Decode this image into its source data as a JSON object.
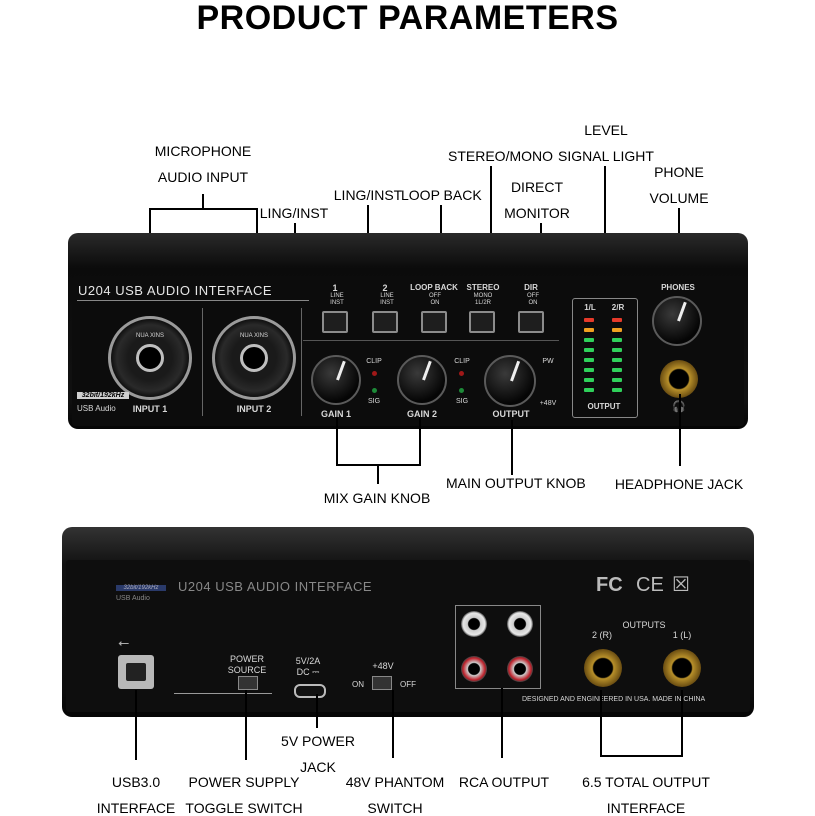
{
  "title": "PRODUCT PARAMETERS",
  "front_labels": {
    "microphone": [
      "MICROPHONE",
      "AUDIO INPUT"
    ],
    "ling_inst_1": "LING/INST",
    "ling_inst_2": "LING/INST",
    "loop_back": "LOOP BACK",
    "stereo_mono": "STEREO/MONO",
    "direct_monitor": [
      "DIRECT",
      "MONITOR"
    ],
    "level_signal": [
      "LEVEL",
      "SIGNAL LIGHT"
    ],
    "phone_volume": [
      "PHONE",
      "VOLUME"
    ],
    "mix_gain": "MIX GAIN KNOB",
    "main_output": "MAIN OUTPUT KNOB",
    "headphone_jack": "HEADPHONE JACK"
  },
  "back_labels": {
    "usb": [
      "USB3.0",
      "INTERFACE"
    ],
    "power_supply": [
      "POWER SUPPLY",
      "TOGGLE SWITCH"
    ],
    "power_jack": [
      "5V POWER",
      "JACK"
    ],
    "phantom": [
      "48V PHANTOM",
      "SWITCH"
    ],
    "rca": "RCA OUTPUT",
    "total_output": [
      "6.5 TOTAL OUTPUT",
      "INTERFACE"
    ]
  },
  "front_panel": {
    "model": "U204 USB AUDIO INTERFACE",
    "bit_badge": "32bit/192kHz",
    "usb_audio": "USB Audio",
    "input1": "INPUT 1",
    "input2": "INPUT 2",
    "xlr_brand": "NUA XINS",
    "ch1": "1",
    "ch2": "2",
    "line": "LINE",
    "inst": "INST",
    "loop_back": "LOOP BACK",
    "off": "OFF",
    "on": "ON",
    "stereo": "STEREO",
    "mono": "MONO",
    "lr": "1L/2R",
    "dir": "DIR",
    "clip": "CLIP",
    "sig": "SIG",
    "gain1": "GAIN 1",
    "gain2": "GAIN 2",
    "pw": "PW",
    "plus48v": "+48V",
    "output": "OUTPUT",
    "meter_l": "1/L",
    "meter_r": "2/R",
    "phones": "PHONES",
    "headphone_symbol": "🎧"
  },
  "back_panel": {
    "model": "U204 USB AUDIO INTERFACE",
    "bit_badge": "32bit/192kHz",
    "usb_audio": "USB Audio",
    "usb_symbol": "⭠",
    "power_source": [
      "POWER",
      "SOURCE"
    ],
    "dc": [
      "5V/2A",
      "DC ⎓"
    ],
    "plus48v": "+48V",
    "on": "ON",
    "off": "OFF",
    "outputs": "OUTPUTS",
    "out2": "2 (R)",
    "out1": "1 (L)",
    "designed": "DESIGNED AND ENGINEERED IN USA. MADE IN CHINA",
    "fc": "FC",
    "ce": "CE",
    "weee": "☒"
  },
  "colors": {
    "panel": "#111111",
    "led_red": "#e53a2a",
    "led_orange": "#f0a020",
    "led_green": "#2fd05a",
    "rca_red": "#c0202a",
    "rca_white": "#e8e8e8"
  }
}
